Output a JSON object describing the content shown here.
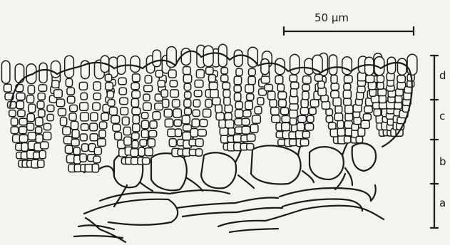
{
  "scale_bar": {
    "label": "50 µm"
  },
  "layers": [
    {
      "key": "d",
      "label": "d"
    },
    {
      "key": "c",
      "label": "c"
    },
    {
      "key": "b",
      "label": "b"
    },
    {
      "key": "a",
      "label": "a"
    }
  ],
  "colors": {
    "ink": "#1b1b1b",
    "paper": "#f3f3ef"
  }
}
